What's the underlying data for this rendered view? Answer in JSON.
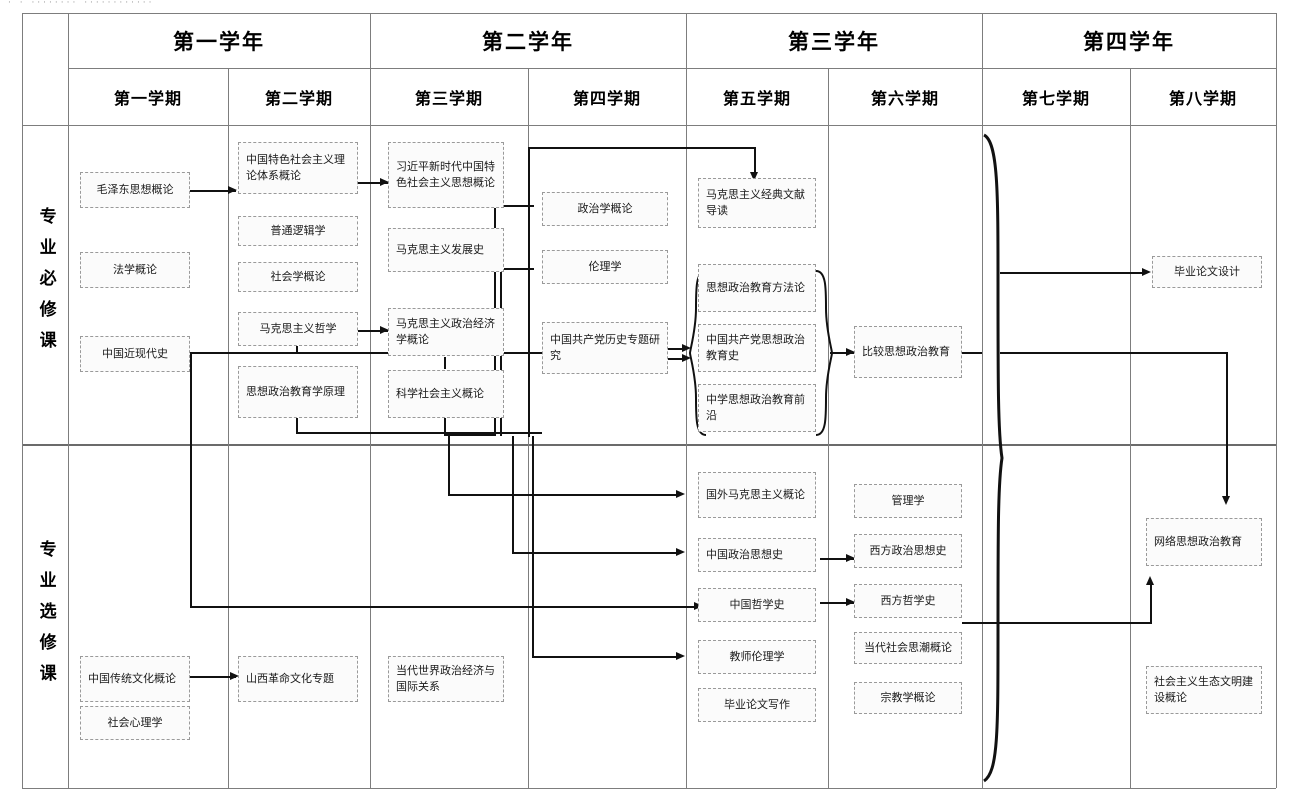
{
  "page": {
    "top_fragment": "· · ········ ············"
  },
  "table": {
    "years": [
      {
        "label": "第一学年"
      },
      {
        "label": "第二学年"
      },
      {
        "label": "第三学年"
      },
      {
        "label": "第四学年"
      }
    ],
    "semesters": [
      {
        "label": "第一学期"
      },
      {
        "label": "第二学期"
      },
      {
        "label": "第三学期"
      },
      {
        "label": "第四学期"
      },
      {
        "label": "第五学期"
      },
      {
        "label": "第六学期"
      },
      {
        "label": "第七学期"
      },
      {
        "label": "第八学期"
      }
    ],
    "rows": [
      {
        "label": "专业必修课"
      },
      {
        "label": "专业选修课"
      }
    ]
  },
  "courses": {
    "required": {
      "sem1": [
        {
          "name": "毛泽东思想概论"
        },
        {
          "name": "法学概论"
        },
        {
          "name": "中国近现代史"
        }
      ],
      "sem2": [
        {
          "name": "中国特色社会主义理论体系概论"
        },
        {
          "name": "普通逻辑学"
        },
        {
          "name": "社会学概论"
        },
        {
          "name": "马克思主义哲学"
        },
        {
          "name": "思想政治教育学原理"
        }
      ],
      "sem3": [
        {
          "name": "习近平新时代中国特色社会主义思想概论"
        },
        {
          "name": "马克思主义发展史"
        },
        {
          "name": "马克思主义政治经济学概论"
        },
        {
          "name": "科学社会主义概论"
        }
      ],
      "sem4": [
        {
          "name": "政治学概论"
        },
        {
          "name": "伦理学"
        },
        {
          "name": "中国共产党历史专题研究"
        }
      ],
      "sem5": [
        {
          "name": "马克思主义经典文献导读"
        },
        {
          "name": "思想政治教育方法论"
        },
        {
          "name": "中国共产党思想政治教育史"
        },
        {
          "name": "中学思想政治教育前沿"
        }
      ],
      "sem6": [
        {
          "name": "比较思想政治教育"
        }
      ],
      "sem7": [],
      "sem8": [
        {
          "name": "毕业论文设计"
        }
      ]
    },
    "elective": {
      "sem1": [
        {
          "name": "中国传统文化概论"
        },
        {
          "name": "社会心理学"
        }
      ],
      "sem2": [
        {
          "name": "山西革命文化专题"
        }
      ],
      "sem3": [
        {
          "name": "当代世界政治经济与国际关系"
        }
      ],
      "sem4": [],
      "sem5": [
        {
          "name": "国外马克思主义概论"
        },
        {
          "name": "中国政治思想史"
        },
        {
          "name": "中国哲学史"
        },
        {
          "name": "教师伦理学"
        },
        {
          "name": "毕业论文写作"
        }
      ],
      "sem6": [
        {
          "name": "管理学"
        },
        {
          "name": "西方政治思想史"
        },
        {
          "name": "西方哲学史"
        },
        {
          "name": "当代社会思潮概论"
        },
        {
          "name": "宗教学概论"
        }
      ],
      "sem7": [],
      "sem8": [
        {
          "name": "网络思想政治教育"
        },
        {
          "name": "社会主义生态文明建设概论"
        }
      ]
    }
  },
  "colors": {
    "grid": "#7d7d7d",
    "box_border": "#9a9a9a",
    "connector": "#111111",
    "box_fill": "#fbfbfb"
  }
}
